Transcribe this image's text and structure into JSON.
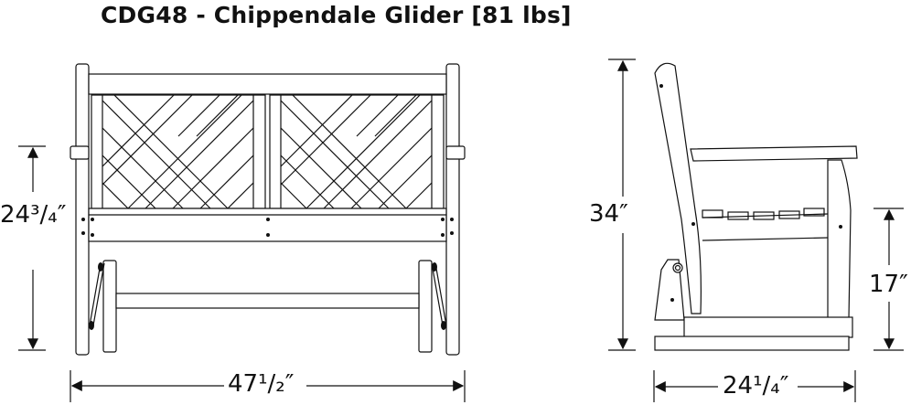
{
  "title": "CDG48 - Chippendale Glider [81 lbs]",
  "front_view": {
    "height_label": "24³/₄″",
    "width_label": "47¹/₂″"
  },
  "side_view": {
    "overall_height_label": "34″",
    "seat_height_label": "17″",
    "depth_label": "24¹/₄″"
  },
  "colors": {
    "line": "#111111",
    "background": "#ffffff"
  }
}
